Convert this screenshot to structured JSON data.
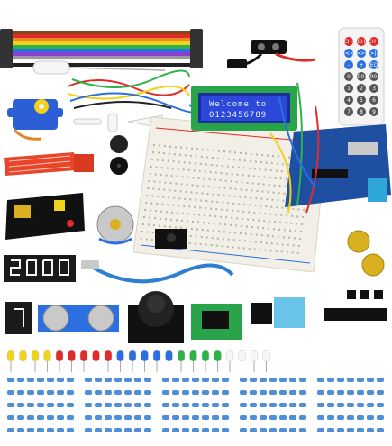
{
  "lcd": {
    "line1": "Welcome to",
    "line2": "0123456789"
  },
  "remote": {
    "keys": [
      "CH-",
      "CH",
      "CH+",
      "|<<",
      ">>|",
      ">||",
      "-",
      "+",
      "EQ",
      "0",
      "100+",
      "200+",
      "1",
      "2",
      "3",
      "4",
      "5",
      "6",
      "7",
      "8",
      "9"
    ]
  },
  "colors": {
    "breadboard": "#f2efe7",
    "arduino": "#1f4fa0",
    "lcd_screen": "#2c48d8",
    "jumper_red": "#e02b2b",
    "jumper_yellow": "#f3d21c",
    "jumper_green": "#2db34a",
    "jumper_blue": "#2b6fe0",
    "resistor_body": "#4f8fd8",
    "usb_cable": "#2f7fd0"
  },
  "icons": {
    "servo": "servo-motor-icon",
    "joystick": "joystick-module-icon",
    "ultrasonic": "ultrasonic-sensor-icon",
    "battery_clip": "battery-clip-icon",
    "remote": "ir-remote-icon",
    "buzzer": "buzzer-icon",
    "stepper": "stepper-motor-icon",
    "dht": "temperature-humidity-sensor-icon",
    "potentiometer": "potentiometer-icon"
  }
}
